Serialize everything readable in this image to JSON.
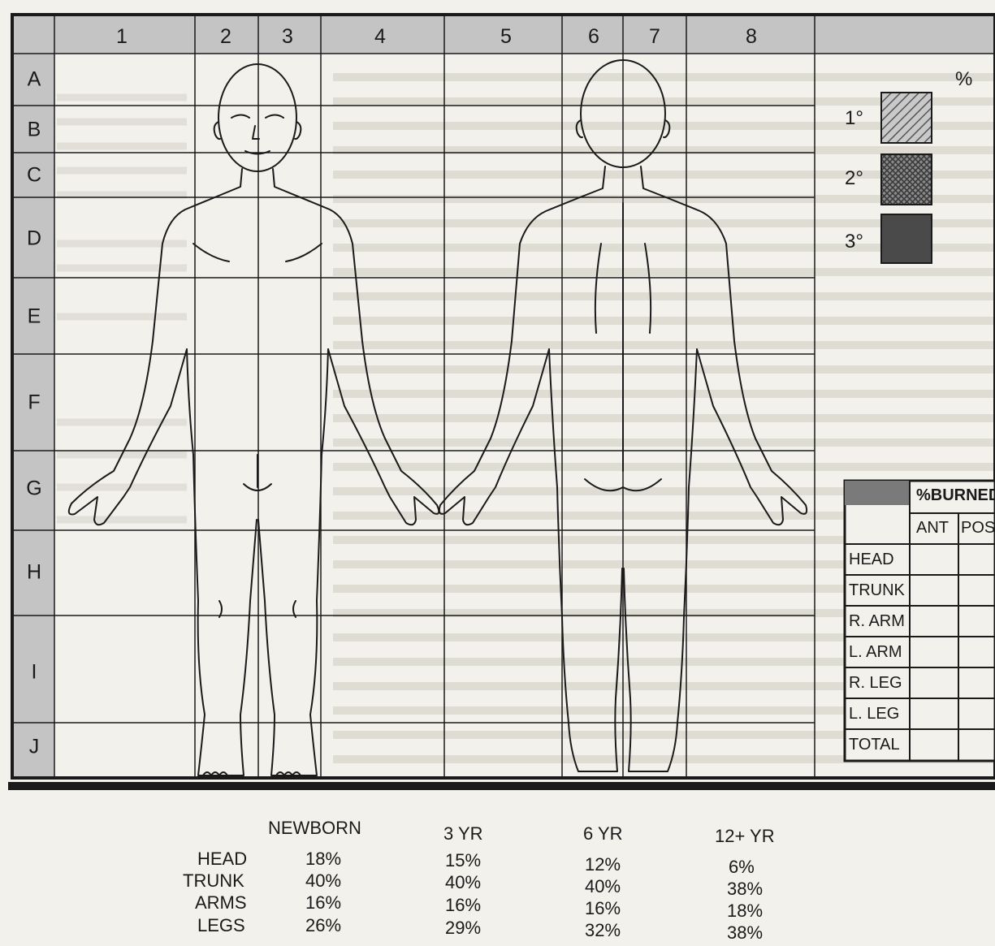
{
  "grid": {
    "columns": [
      "1",
      "2",
      "3",
      "4",
      "5",
      "6",
      "7",
      "8"
    ],
    "rows": [
      "A",
      "B",
      "C",
      "D",
      "E",
      "F",
      "G",
      "H",
      "I",
      "J"
    ]
  },
  "legend": {
    "percent_header": "%",
    "degrees": [
      {
        "label": "1°",
        "pattern": "diagonal-hatch",
        "color": "#8a8a8a"
      },
      {
        "label": "2°",
        "pattern": "crosshatch",
        "color": "#5e5e5e"
      },
      {
        "label": "3°",
        "pattern": "solid",
        "color": "#4a4a4a"
      }
    ]
  },
  "burn_table": {
    "title": "%BURNED",
    "columns": [
      "ANT",
      "POS"
    ],
    "rows": [
      "HEAD",
      "TRUNK",
      "R. ARM",
      "L. ARM",
      "R. LEG",
      "L. LEG",
      "TOTAL"
    ]
  },
  "age_table": {
    "ages": [
      "NEWBORN",
      "3 YR",
      "6 YR",
      "12+ YR"
    ],
    "rows": [
      {
        "label": "HEAD",
        "values": [
          "18%",
          "15%",
          "12%",
          "6%"
        ]
      },
      {
        "label": "TRUNK",
        "values": [
          "40%",
          "40%",
          "40%",
          "38%"
        ]
      },
      {
        "label": "ARMS",
        "values": [
          "16%",
          "16%",
          "16%",
          "18%"
        ]
      },
      {
        "label": "LEGS",
        "values": [
          "26%",
          "29%",
          "32%",
          "38%"
        ]
      }
    ]
  }
}
